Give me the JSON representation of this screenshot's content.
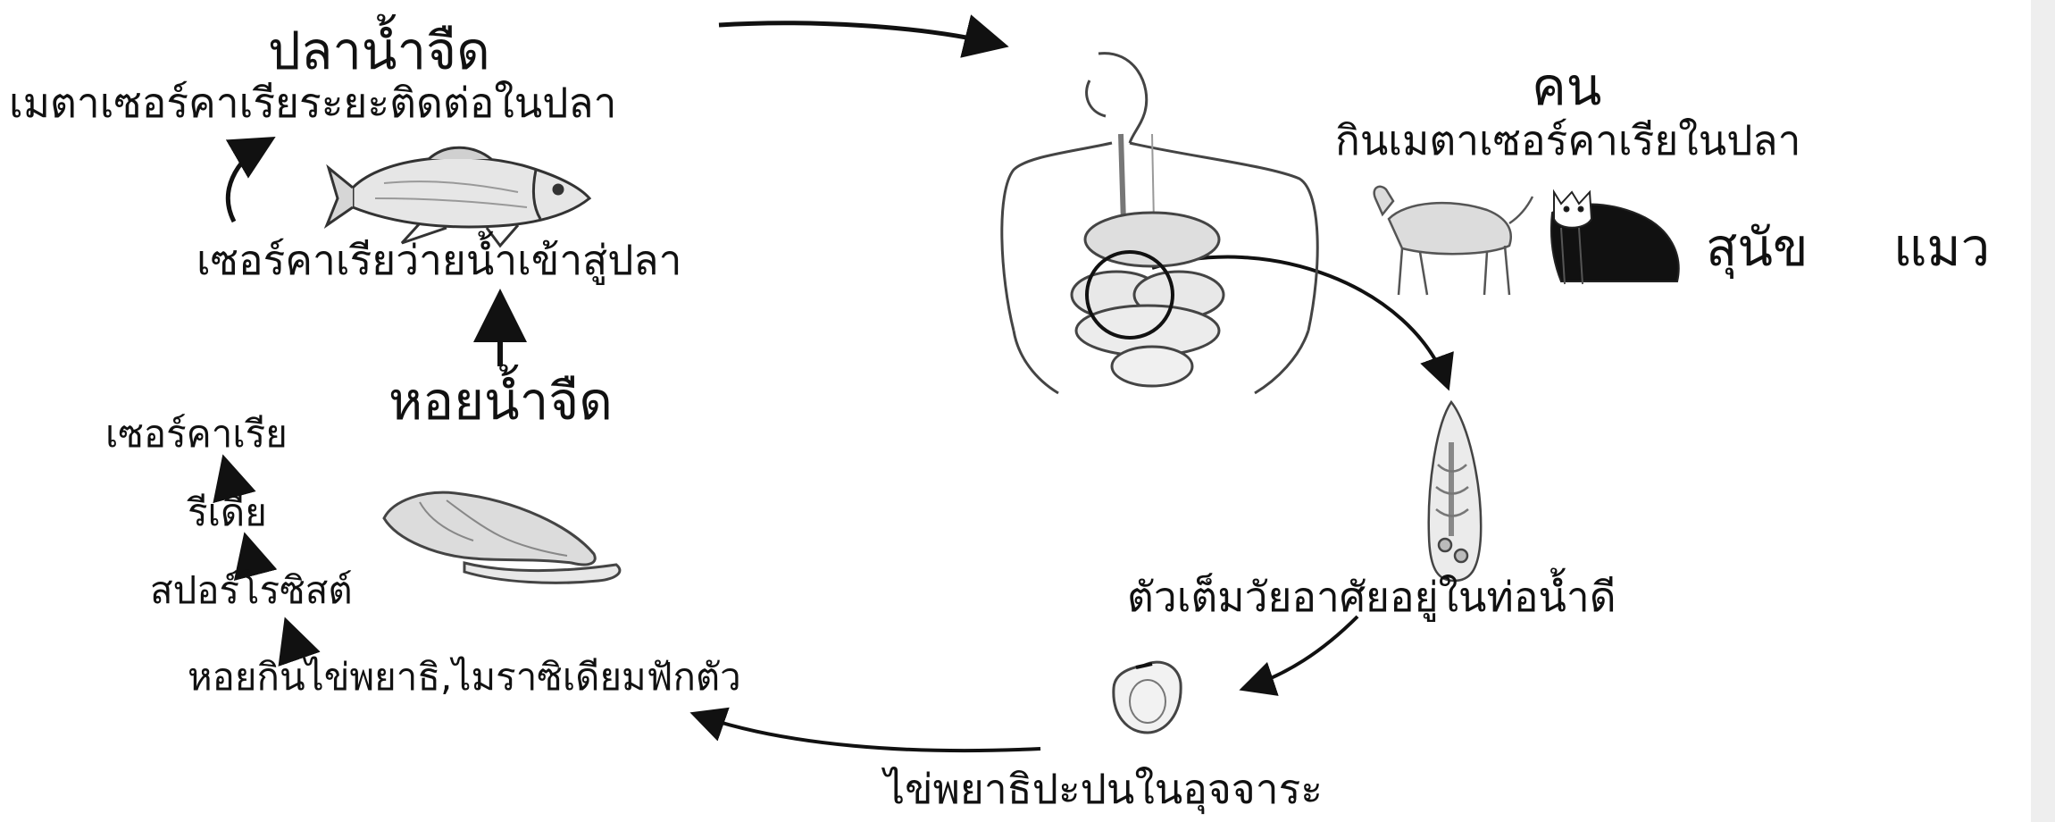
{
  "stages": {
    "freshwater_fish": {
      "title": "ปลาน้ำจืด",
      "caption": "เมตาเซอร์คาเรียระยะติดต่อในปลา"
    },
    "human": {
      "title": "คน",
      "caption": "กินเมตาเซอร์คาเรียในปลา"
    },
    "reservoir_hosts": {
      "dog": "สุนัข",
      "cat": "แมว"
    },
    "adult_worm": {
      "caption": "ตัวเต็มวัยอาศัยอยู่ในท่อน้ำดี"
    },
    "egg": {
      "caption": "ไข่พยาธิปะปนในอุจจาระ"
    },
    "snail": {
      "title": "หอยน้ำจืด",
      "steps": [
        "เซอร์คาเรีย",
        "รีเดีย",
        "สปอร์โรซิสต์",
        "หอยกินไข่พยาธิ,ไมราซิเดียมฟักตัว"
      ]
    },
    "cercaria_to_fish": {
      "caption": "เซอร์คาเรียว่ายน้ำเข้าสู่ปลา"
    }
  },
  "colors": {
    "ink": "#111111",
    "background": "#ffffff",
    "strip": "#eeeeee"
  }
}
